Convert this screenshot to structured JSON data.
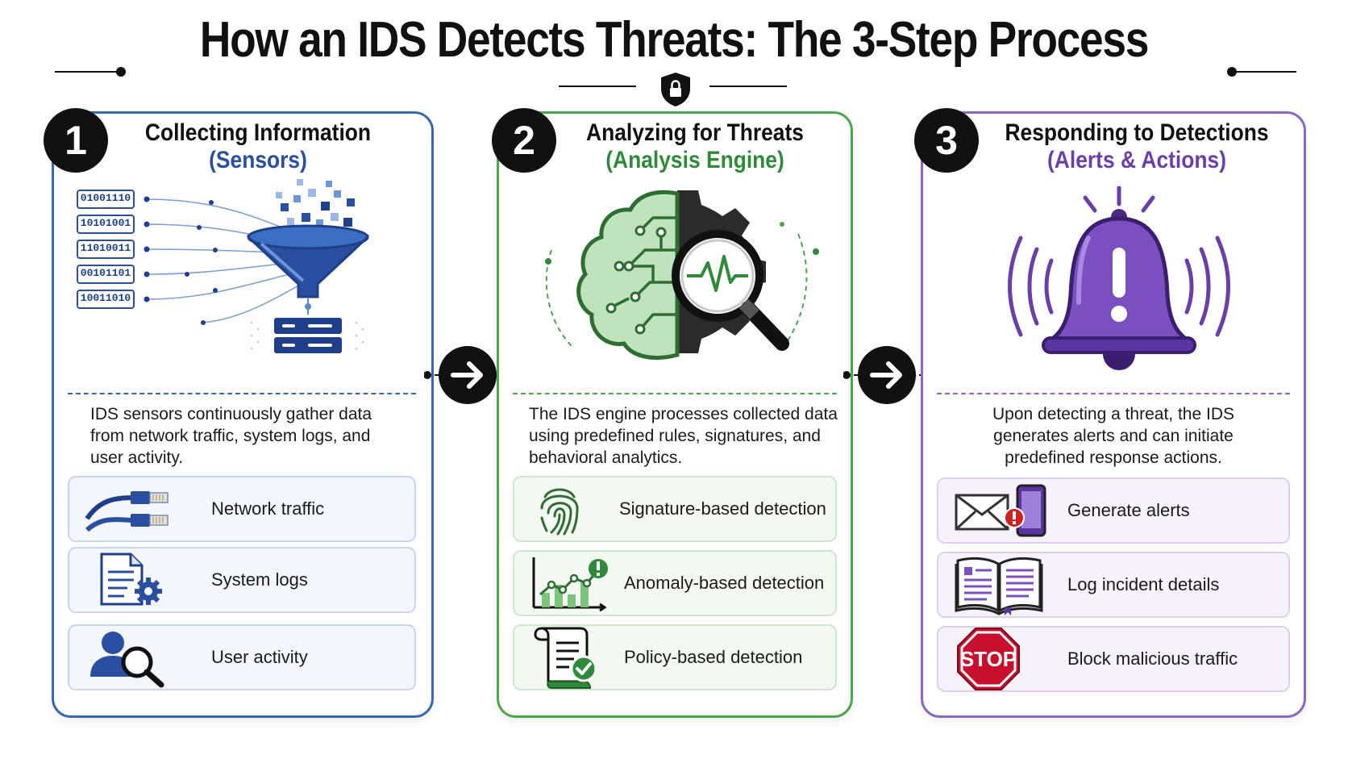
{
  "title": "How an IDS Detects Threats: The 3-Step Process",
  "colors": {
    "step1": "#3a68b0",
    "step2": "#4ca64c",
    "step3": "#8a68c0",
    "step1_text": "#2a4fa0",
    "step2_text": "#2f8a3a",
    "step3_text": "#6a3fa8"
  },
  "steps": [
    {
      "number": "1",
      "title": "Collecting Information",
      "subtitle": "(Sensors)",
      "description": [
        "IDS sensors continuously gather data",
        "from network traffic, system logs, and",
        "user activity."
      ],
      "binary": [
        "01001110",
        "10101001",
        "11010011",
        "00101101",
        "10011010"
      ],
      "items": [
        {
          "label": "Network traffic",
          "icon": "network-cable-icon"
        },
        {
          "label": "System logs",
          "icon": "document-gear-icon"
        },
        {
          "label": "User activity",
          "icon": "user-search-icon"
        }
      ]
    },
    {
      "number": "2",
      "title": "Analyzing for Threats",
      "subtitle": "(Analysis Engine)",
      "description": [
        "The IDS engine processes collected data",
        "using predefined rules, signatures, and",
        "behavioral analytics."
      ],
      "items": [
        {
          "label": "Signature-based detection",
          "icon": "fingerprint-icon"
        },
        {
          "label": "Anomaly-based detection",
          "icon": "anomaly-chart-icon"
        },
        {
          "label": "Policy-based detection",
          "icon": "policy-scroll-icon"
        }
      ]
    },
    {
      "number": "3",
      "title": "Responding to Detections",
      "subtitle": "(Alerts & Actions)",
      "description": [
        "Upon detecting a threat, the IDS",
        "generates alerts and can initiate",
        "predefined response actions."
      ],
      "stop_sign": "STOP",
      "items": [
        {
          "label": "Generate alerts",
          "icon": "email-phone-alert-icon"
        },
        {
          "label": "Log incident details",
          "icon": "open-book-icon"
        },
        {
          "label": "Block malicious traffic",
          "icon": "stop-sign-icon"
        }
      ]
    }
  ]
}
